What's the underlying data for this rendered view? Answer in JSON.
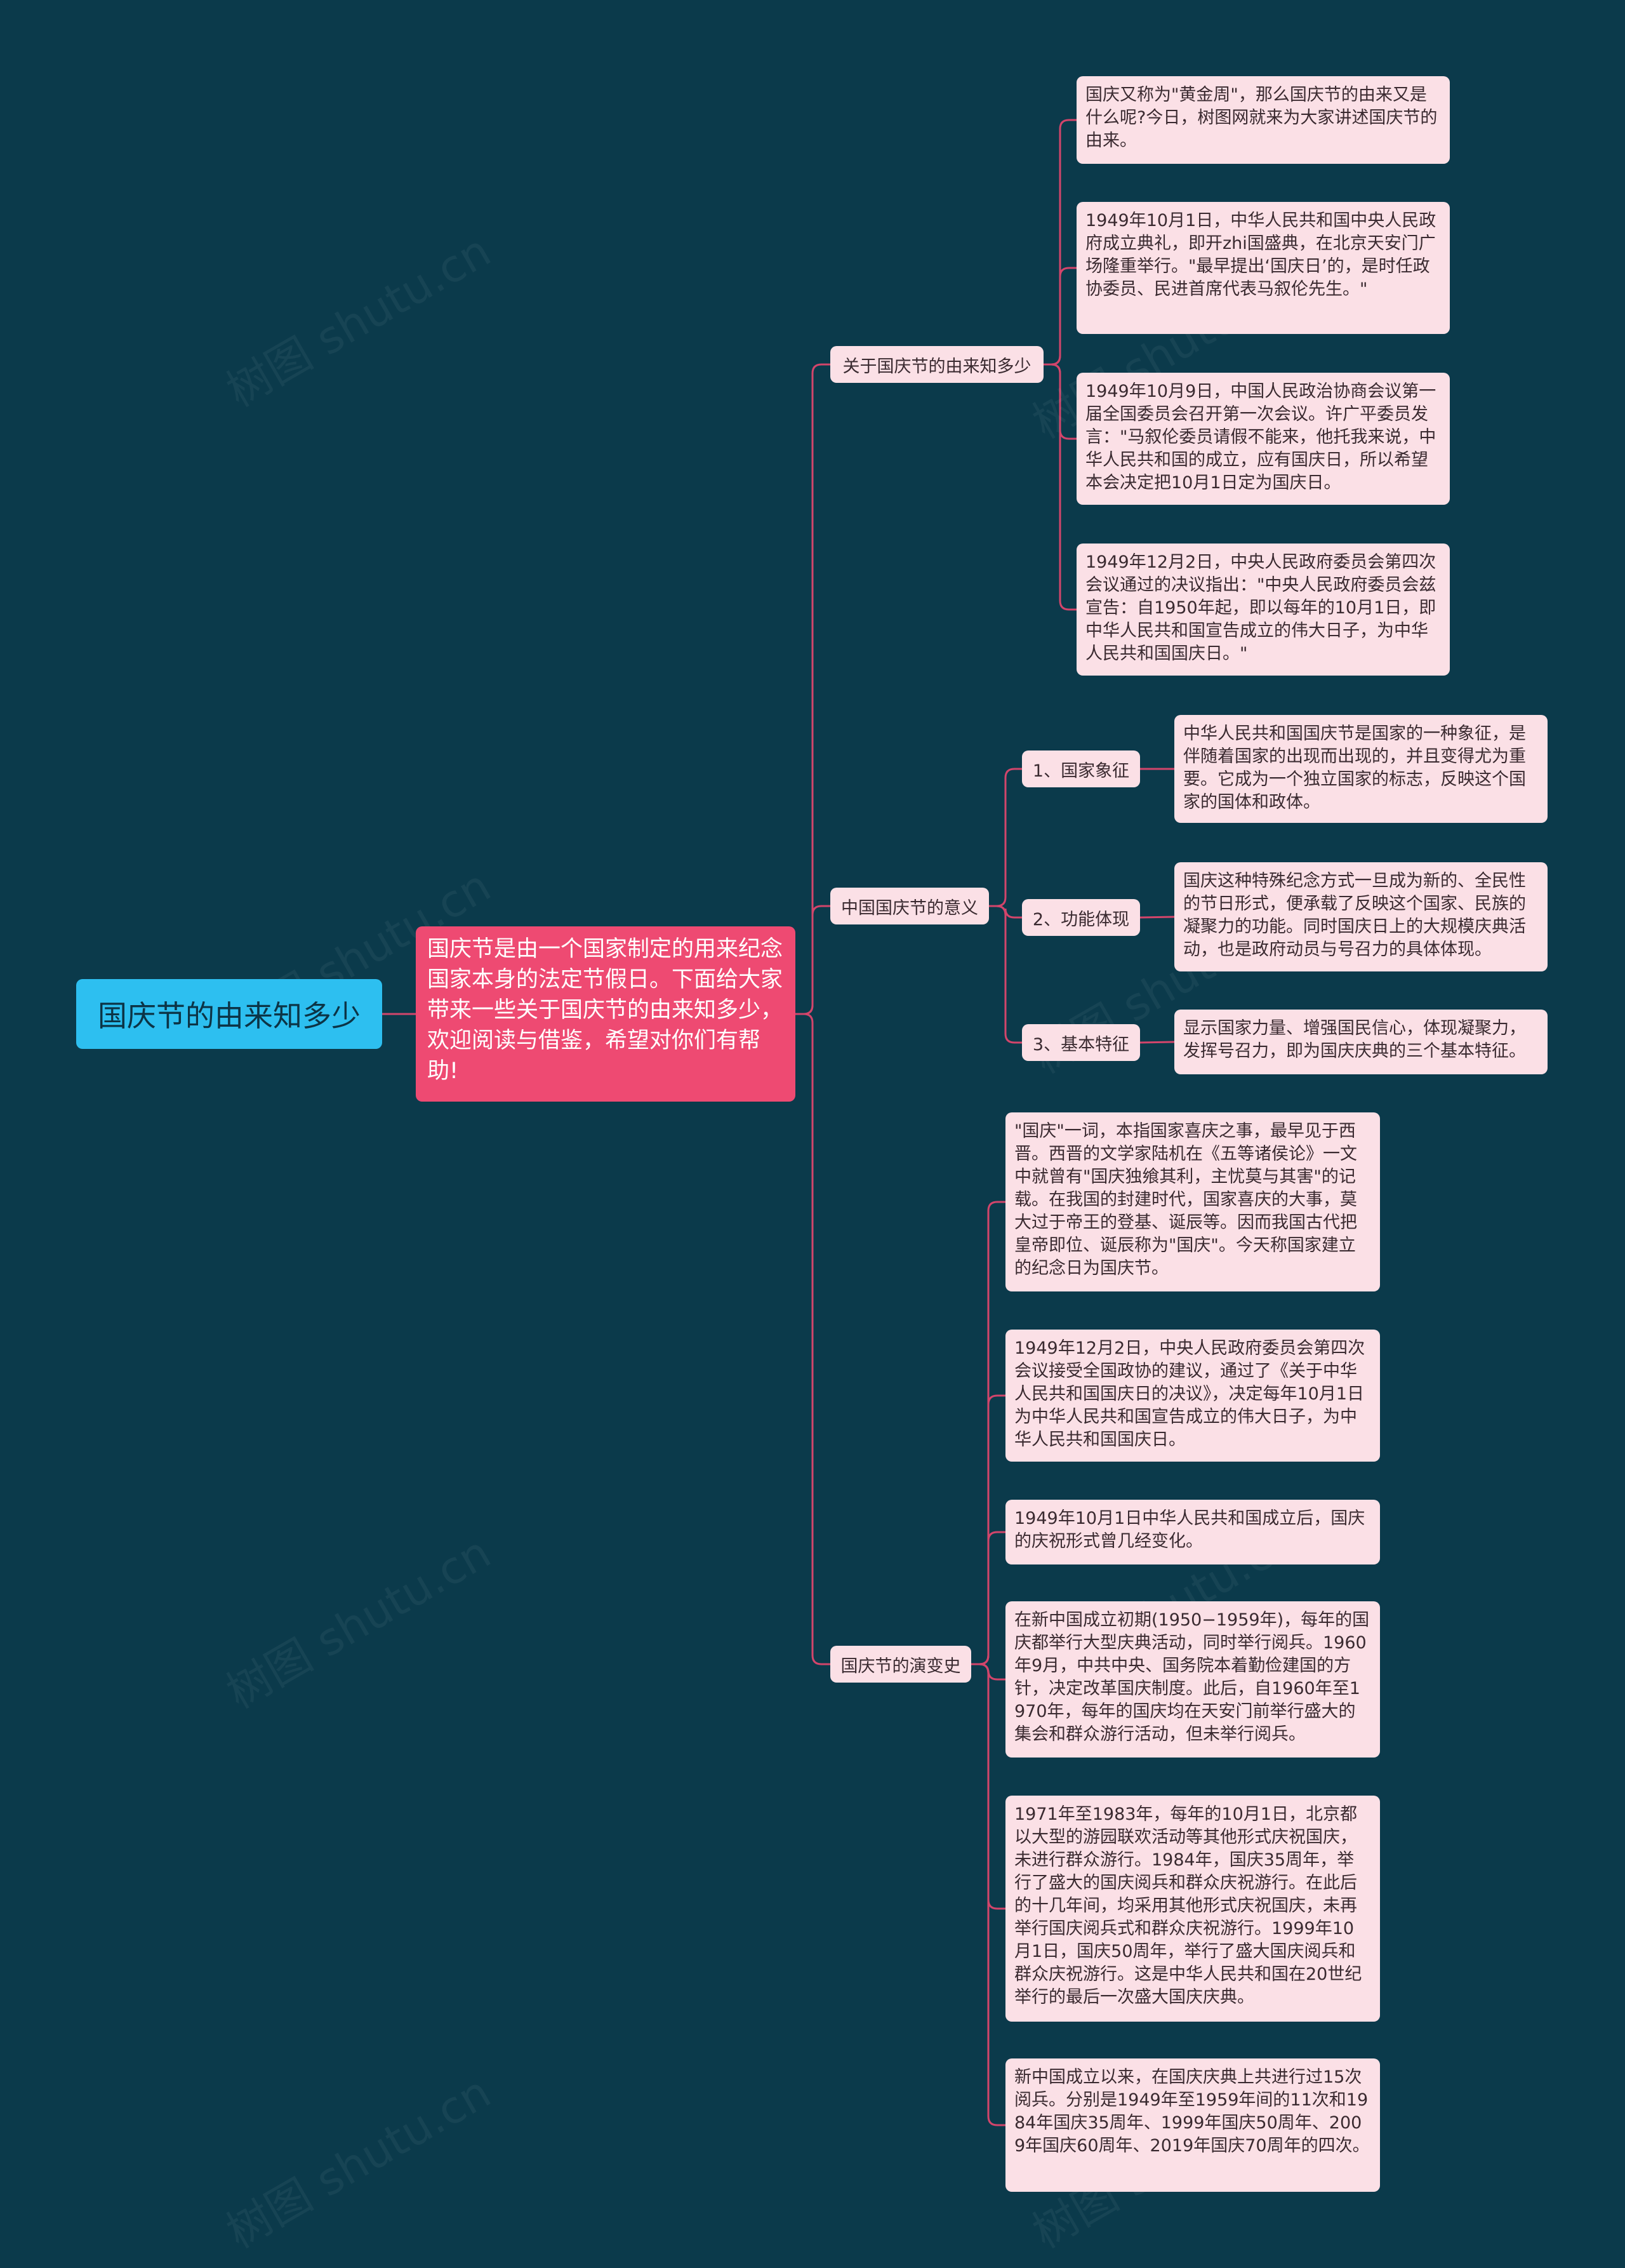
{
  "root": {
    "label": "国庆节的由来知多少"
  },
  "intro": {
    "text": "国庆节是由一个国家制定的用来纪念国家本身的法定节假日。下面给大家带来一些关于国庆节的由来知多少，欢迎阅读与借鉴，希望对你们有帮助!"
  },
  "branches": [
    {
      "label": "关于国庆节的由来知多少",
      "leaves": [
        "国庆又称为\"黄金周\"，那么国庆节的由来又是什么呢?今日，树图网就来为大家讲述国庆节的由来。",
        "1949年10月1日，中华人民共和国中央人民政府成立典礼，即开zhi国盛典，在北京天安门广场隆重举行。\"最早提出‘国庆日’的，是时任政协委员、民进首席代表马叙伦先生。\"",
        "1949年10月9日，中国人民政治协商会议第一届全国委员会召开第一次会议。许广平委员发言：\"马叙伦委员请假不能来，他托我来说，中华人民共和国的成立，应有国庆日，所以希望本会决定把10月1日定为国庆日。",
        "1949年12月2日，中央人民政府委员会第四次会议通过的决议指出：\"中央人民政府委员会兹宣告：自1950年起，即以每年的10月1日，即中华人民共和国宣告成立的伟大日子，为中华人民共和国国庆日。\""
      ]
    },
    {
      "label": "中国国庆节的意义",
      "subs": [
        {
          "label": "1、国家象征",
          "leaf": "中华人民共和国国庆节是国家的一种象征，是伴随着国家的出现而出现的，并且变得尤为重要。它成为一个独立国家的标志，反映这个国家的国体和政体。"
        },
        {
          "label": "2、功能体现",
          "leaf": "国庆这种特殊纪念方式一旦成为新的、全民性的节日形式，便承载了反映这个国家、民族的凝聚力的功能。同时国庆日上的大规模庆典活动，也是政府动员与号召力的具体体现。"
        },
        {
          "label": "3、基本特征",
          "leaf": "显示国家力量、增强国民信心，体现凝聚力，发挥号召力，即为国庆庆典的三个基本特征。"
        }
      ]
    },
    {
      "label": "国庆节的演变史",
      "leaves": [
        "\"国庆\"一词，本指国家喜庆之事，最早见于西晋。西晋的文学家陆机在《五等诸侯论》一文中就曾有\"国庆独飨其利，主忧莫与其害\"的记载。在我国的封建时代，国家喜庆的大事，莫大过于帝王的登基、诞辰等。因而我国古代把皇帝即位、诞辰称为\"国庆\"。今天称国家建立的纪念日为国庆节。",
        "1949年12月2日，中央人民政府委员会第四次会议接受全国政协的建议，通过了《关于中华人民共和国国庆日的决议》，决定每年10月1日为中华人民共和国宣告成立的伟大日子，为中华人民共和国国庆日。",
        "1949年10月1日中华人民共和国成立后，国庆的庆祝形式曾几经变化。",
        "在新中国成立初期(1950−1959年)，每年的国庆都举行大型庆典活动，同时举行阅兵。1960年9月，中共中央、国务院本着勤俭建国的方针，决定改革国庆制度。此后，自1960年至1970年，每年的国庆均在天安门前举行盛大的集会和群众游行活动，但未举行阅兵。",
        "1971年至1983年，每年的10月1日，北京都以大型的游园联欢活动等其他形式庆祝国庆，未进行群众游行。1984年，国庆35周年，举行了盛大的国庆阅兵和群众庆祝游行。在此后的十几年间，均采用其他形式庆祝国庆，未再举行国庆阅兵式和群众庆祝游行。1999年10月1日，国庆50周年，举行了盛大国庆阅兵和群众庆祝游行。这是中华人民共和国在20世纪举行的最后一次盛大国庆庆典。",
        "新中国成立以来，在国庆庆典上共进行过15次阅兵。分别是1949年至1959年间的11次和1984年国庆35周年、1999年国庆50周年、2009年国庆60周年、2019年国庆70周年的四次。"
      ]
    }
  ],
  "colors": {
    "background": "#0b3a4b",
    "root": "#2dbff0",
    "intro": "#ee4a72",
    "node": "#fbe0e6",
    "link": "#d2456b"
  }
}
